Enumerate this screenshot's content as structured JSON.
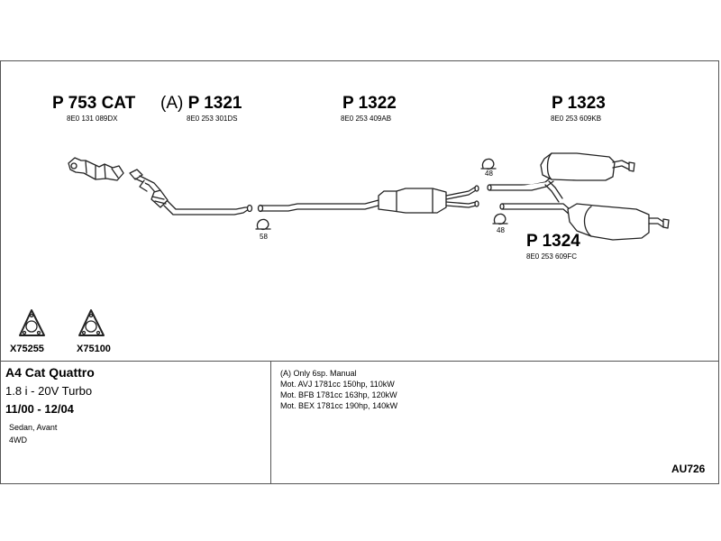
{
  "parts": [
    {
      "id": "cat",
      "number": "P 753 CAT",
      "prefix": "",
      "oe": "8E0 131 089DX"
    },
    {
      "id": "p1321",
      "number": "P 1321",
      "prefix": "(A)",
      "oe": "8E0 253 301DS"
    },
    {
      "id": "p1322",
      "number": "P 1322",
      "prefix": "",
      "oe": "8E0 253 409AB"
    },
    {
      "id": "p1323",
      "number": "P 1323",
      "prefix": "",
      "oe": "8E0 253 609KB"
    },
    {
      "id": "p1324",
      "number": "P 1324",
      "prefix": "",
      "oe": "8E0 253 609FC"
    }
  ],
  "clamp_labels": {
    "left": "58",
    "top": "48",
    "bottom": "48"
  },
  "gaskets": [
    "X75255",
    "X75100"
  ],
  "vehicle": {
    "model": "A4 Cat Quattro",
    "engine": "1.8 i - 20V Turbo",
    "years": "11/00 - 12/04",
    "body": "Sedan, Avant",
    "drive": "4WD"
  },
  "notes": [
    "(A) Only 6sp. Manual",
    "Mot. AVJ 1781cc 150hp, 110kW",
    "Mot. BFB 1781cc 163hp, 120kW",
    "Mot. BEX 1781cc 190hp, 140kW"
  ],
  "diagram_code": "AU726"
}
